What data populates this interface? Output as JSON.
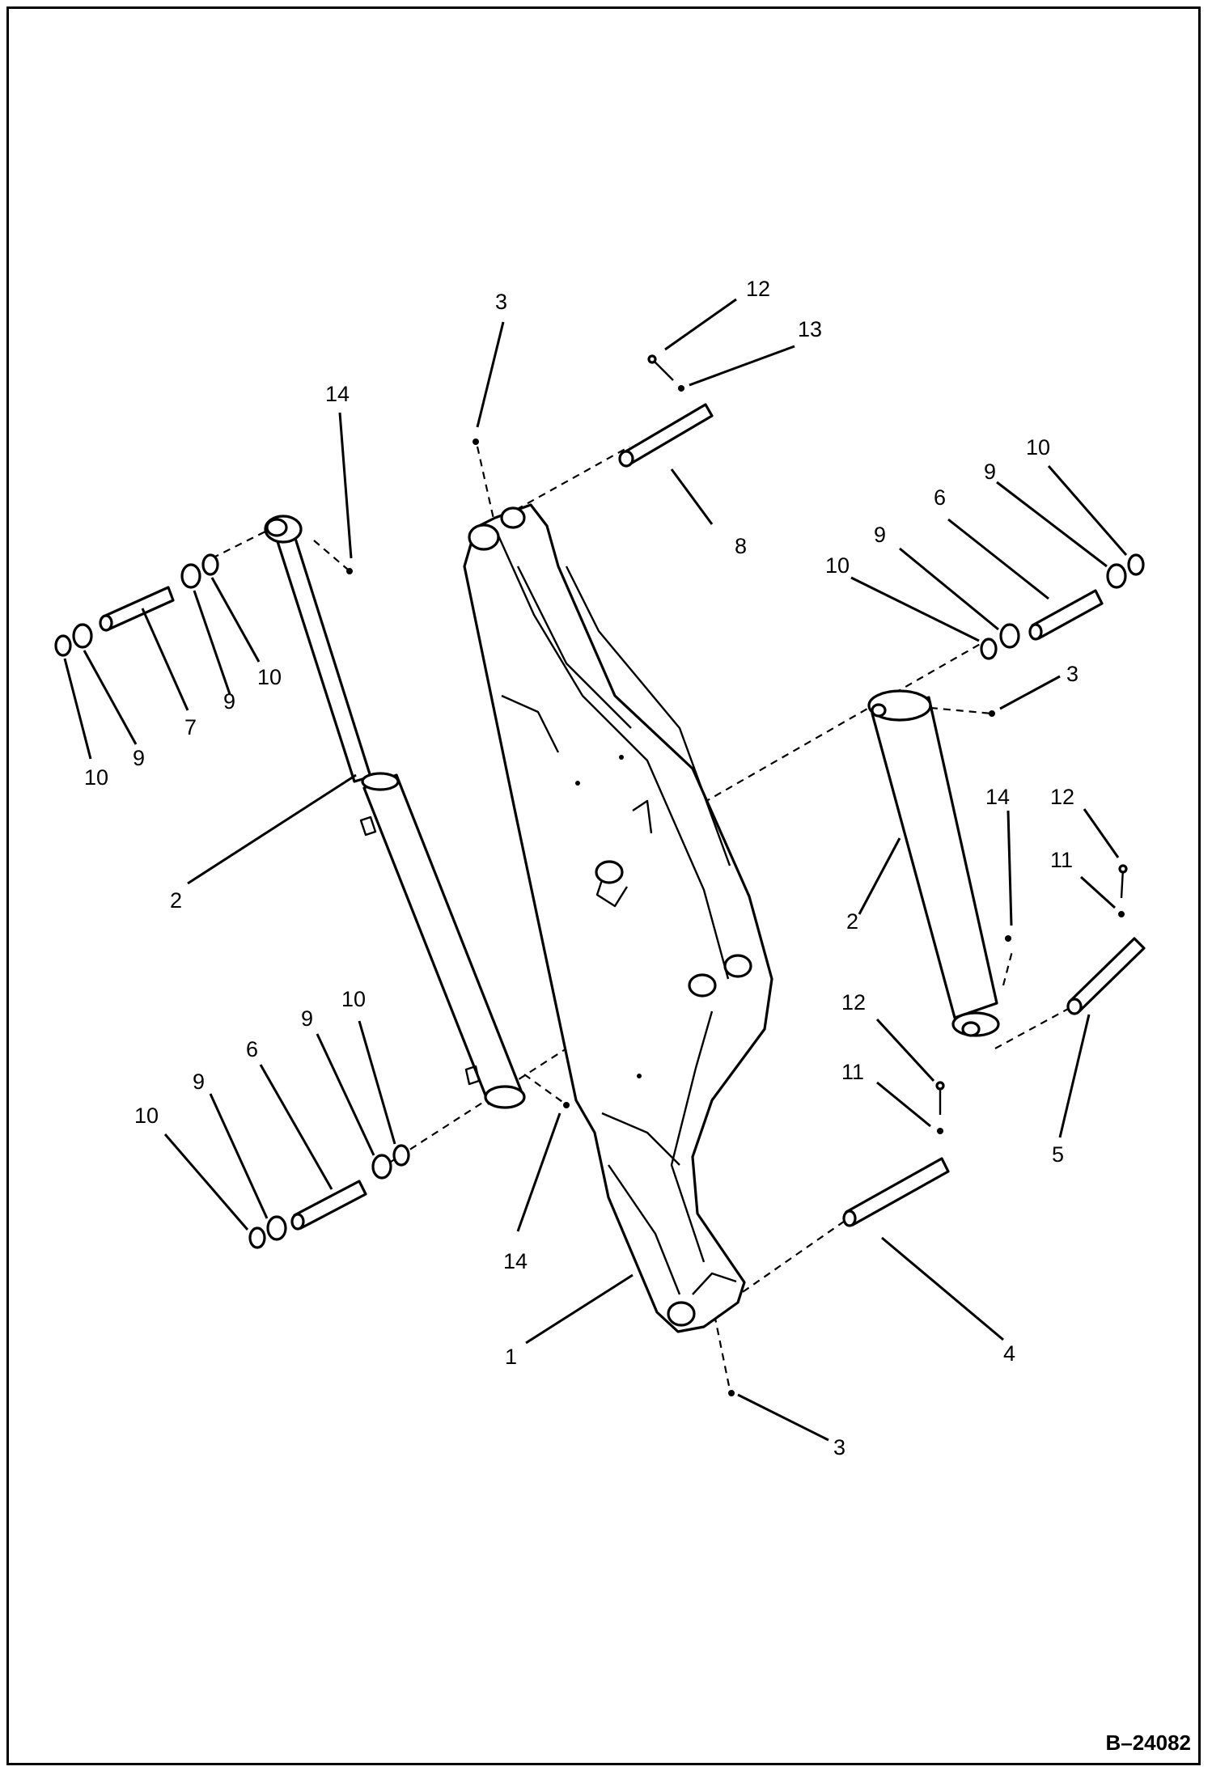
{
  "figure_code": "B–24082",
  "callouts": [
    {
      "id": "c-3-top",
      "text": "3"
    },
    {
      "id": "c-12-top",
      "text": "12"
    },
    {
      "id": "c-13",
      "text": "13"
    },
    {
      "id": "c-14-left-top",
      "text": "14"
    },
    {
      "id": "c-8",
      "text": "8"
    },
    {
      "id": "c-10-tr",
      "text": "10"
    },
    {
      "id": "c-9-tr",
      "text": "9"
    },
    {
      "id": "c-6-tr",
      "text": "6"
    },
    {
      "id": "c-9-tr2",
      "text": "9"
    },
    {
      "id": "c-10-tr2",
      "text": "10"
    },
    {
      "id": "c-3-right",
      "text": "3"
    },
    {
      "id": "c-10-l1",
      "text": "10"
    },
    {
      "id": "c-9-l1",
      "text": "9"
    },
    {
      "id": "c-7",
      "text": "7"
    },
    {
      "id": "c-9-l2",
      "text": "9"
    },
    {
      "id": "c-10-l2",
      "text": "10"
    },
    {
      "id": "c-2-left",
      "text": "2"
    },
    {
      "id": "c-14-right",
      "text": "14"
    },
    {
      "id": "c-12-right",
      "text": "12"
    },
    {
      "id": "c-11-right",
      "text": "11"
    },
    {
      "id": "c-2-right",
      "text": "2"
    },
    {
      "id": "c-12-mid",
      "text": "12"
    },
    {
      "id": "c-11-mid",
      "text": "11"
    },
    {
      "id": "c-5",
      "text": "5"
    },
    {
      "id": "c-10-bl",
      "text": "10"
    },
    {
      "id": "c-9-bl",
      "text": "9"
    },
    {
      "id": "c-6-bl",
      "text": "6"
    },
    {
      "id": "c-9-bl2",
      "text": "9"
    },
    {
      "id": "c-10-bl2",
      "text": "10"
    },
    {
      "id": "c-14-bottom",
      "text": "14"
    },
    {
      "id": "c-1",
      "text": "1"
    },
    {
      "id": "c-4",
      "text": "4"
    },
    {
      "id": "c-3-bottom",
      "text": "3"
    }
  ]
}
